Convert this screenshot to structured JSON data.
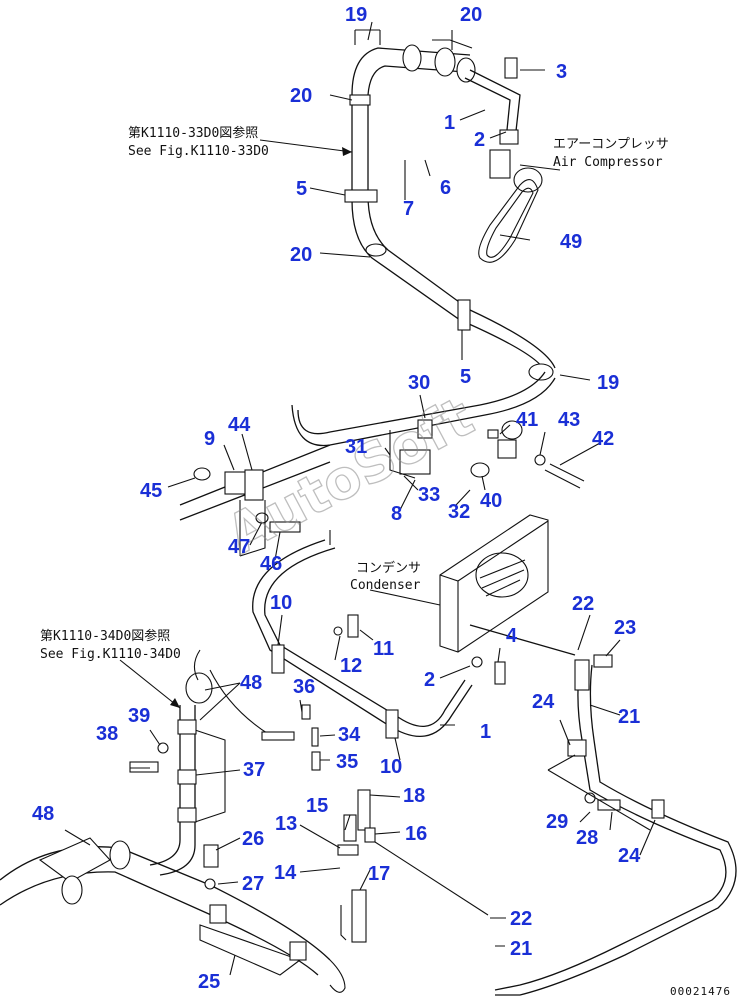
{
  "callouts": [
    {
      "id": "c19a",
      "text": "19"
    },
    {
      "id": "c20a",
      "text": "20"
    },
    {
      "id": "c3",
      "text": "3"
    },
    {
      "id": "c20b",
      "text": "20"
    },
    {
      "id": "c1a",
      "text": "1"
    },
    {
      "id": "c2a",
      "text": "2"
    },
    {
      "id": "c5a",
      "text": "5"
    },
    {
      "id": "c6",
      "text": "6"
    },
    {
      "id": "c7",
      "text": "7"
    },
    {
      "id": "c49",
      "text": "49"
    },
    {
      "id": "c20c",
      "text": "20"
    },
    {
      "id": "c5b",
      "text": "5"
    },
    {
      "id": "c30",
      "text": "30"
    },
    {
      "id": "c19b",
      "text": "19"
    },
    {
      "id": "c9",
      "text": "9"
    },
    {
      "id": "c44",
      "text": "44"
    },
    {
      "id": "c41",
      "text": "41"
    },
    {
      "id": "c43",
      "text": "43"
    },
    {
      "id": "c42",
      "text": "42"
    },
    {
      "id": "c31",
      "text": "31"
    },
    {
      "id": "c45",
      "text": "45"
    },
    {
      "id": "c33",
      "text": "33"
    },
    {
      "id": "c40",
      "text": "40"
    },
    {
      "id": "c8",
      "text": "8"
    },
    {
      "id": "c32",
      "text": "32"
    },
    {
      "id": "c47",
      "text": "47"
    },
    {
      "id": "c46",
      "text": "46"
    },
    {
      "id": "c10a",
      "text": "10"
    },
    {
      "id": "c22a",
      "text": "22"
    },
    {
      "id": "c23",
      "text": "23"
    },
    {
      "id": "c11",
      "text": "11"
    },
    {
      "id": "c4",
      "text": "4"
    },
    {
      "id": "c12",
      "text": "12"
    },
    {
      "id": "c2b",
      "text": "2"
    },
    {
      "id": "c48a",
      "text": "48"
    },
    {
      "id": "c36",
      "text": "36"
    },
    {
      "id": "c24a",
      "text": "24"
    },
    {
      "id": "c21a",
      "text": "21"
    },
    {
      "id": "c39",
      "text": "39"
    },
    {
      "id": "c38",
      "text": "38"
    },
    {
      "id": "c34",
      "text": "34"
    },
    {
      "id": "c1b",
      "text": "1"
    },
    {
      "id": "c35",
      "text": "35"
    },
    {
      "id": "c10b",
      "text": "10"
    },
    {
      "id": "c37",
      "text": "37"
    },
    {
      "id": "c18",
      "text": "18"
    },
    {
      "id": "c48b",
      "text": "48"
    },
    {
      "id": "c15",
      "text": "15"
    },
    {
      "id": "c29",
      "text": "29"
    },
    {
      "id": "c13",
      "text": "13"
    },
    {
      "id": "c16",
      "text": "16"
    },
    {
      "id": "c28",
      "text": "28"
    },
    {
      "id": "c26",
      "text": "26"
    },
    {
      "id": "c24b",
      "text": "24"
    },
    {
      "id": "c14",
      "text": "14"
    },
    {
      "id": "c17",
      "text": "17"
    },
    {
      "id": "c27",
      "text": "27"
    },
    {
      "id": "c22b",
      "text": "22"
    },
    {
      "id": "c21b",
      "text": "21"
    },
    {
      "id": "c25",
      "text": "25"
    }
  ],
  "notes": {
    "ref_33d0_jp": "第K1110-33D0図参照",
    "ref_33d0_en": "See Fig.K1110-33D0",
    "compressor_jp": "エアーコンプレッサ",
    "compressor_en": "Air Compressor",
    "condenser_jp": "コンデンサ",
    "condenser_en": "Condenser",
    "ref_34d0_jp": "第K1110-34D0図参照",
    "ref_34d0_en": "See Fig.K1110-34D0"
  },
  "watermark": "AutoSoft",
  "drawing_code": "00021476",
  "colors": {
    "callout": "#1a2fd6",
    "line": "#111111",
    "watermark": "#8a8a8a"
  }
}
